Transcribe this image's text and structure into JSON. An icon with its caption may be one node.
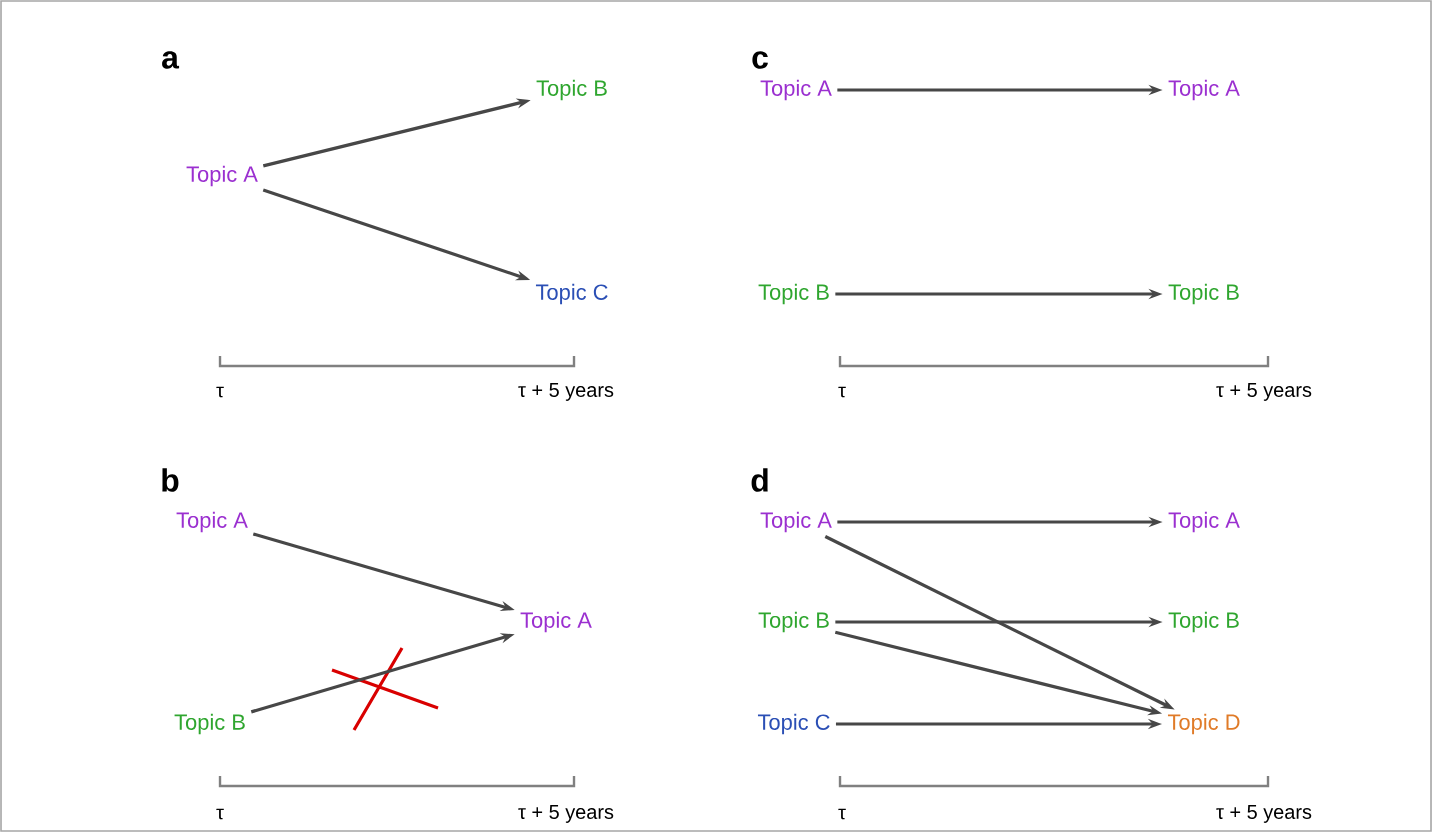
{
  "diagram": {
    "nodes": [
      {
        "text": [
          "Topic A"
        ]
      },
      {
        "text": [
          "Topic B"
        ]
      },
      {
        "text": [
          "Topic C"
        ]
      },
      {
        "text": [
          "Topic A"
        ]
      },
      {
        "text": [
          "Topic A"
        ]
      },
      {
        "text": [
          "Topic B"
        ]
      },
      {
        "text": [
          "Topic A"
        ]
      },
      {
        "text": [
          "Topic A"
        ]
      },
      {
        "text": [
          "Topic B"
        ]
      },
      {
        "text": [
          "Topic B"
        ]
      },
      {
        "text": [
          "Topic A"
        ]
      },
      {
        "text": [
          "Topic B"
        ]
      },
      {
        "text": [
          "Topic C"
        ]
      },
      {
        "text": [
          "Topic A"
        ]
      },
      {
        "text": [
          "Topic B"
        ]
      },
      {
        "text": [
          "Topic D"
        ]
      }
    ],
    "edges": [
      {
        "from": 0,
        "to": 1,
        "arrow": "to"
      },
      {
        "from": 0,
        "to": 2,
        "arrow": "to"
      },
      {
        "from": 3,
        "to": 4,
        "arrow": "to"
      },
      {
        "from": 5,
        "to": 4,
        "arrow": "to"
      },
      {
        "from": 6,
        "to": 7,
        "arrow": "to"
      },
      {
        "from": 8,
        "to": 9,
        "arrow": "to"
      },
      {
        "from": 10,
        "to": 13,
        "arrow": "to"
      },
      {
        "from": 10,
        "to": 15,
        "arrow": "to"
      },
      {
        "from": 11,
        "to": 14,
        "arrow": "to"
      },
      {
        "from": 11,
        "to": 15,
        "arrow": "to"
      },
      {
        "from": 12,
        "to": 15,
        "arrow": "to"
      }
    ],
    "labels": [
      "a",
      "c",
      "τ",
      "τ + 5 years",
      "τ",
      "τ + 5 years",
      "b",
      "d",
      "τ",
      "τ + 5 years",
      "τ",
      "τ + 5 years"
    ]
  }
}
